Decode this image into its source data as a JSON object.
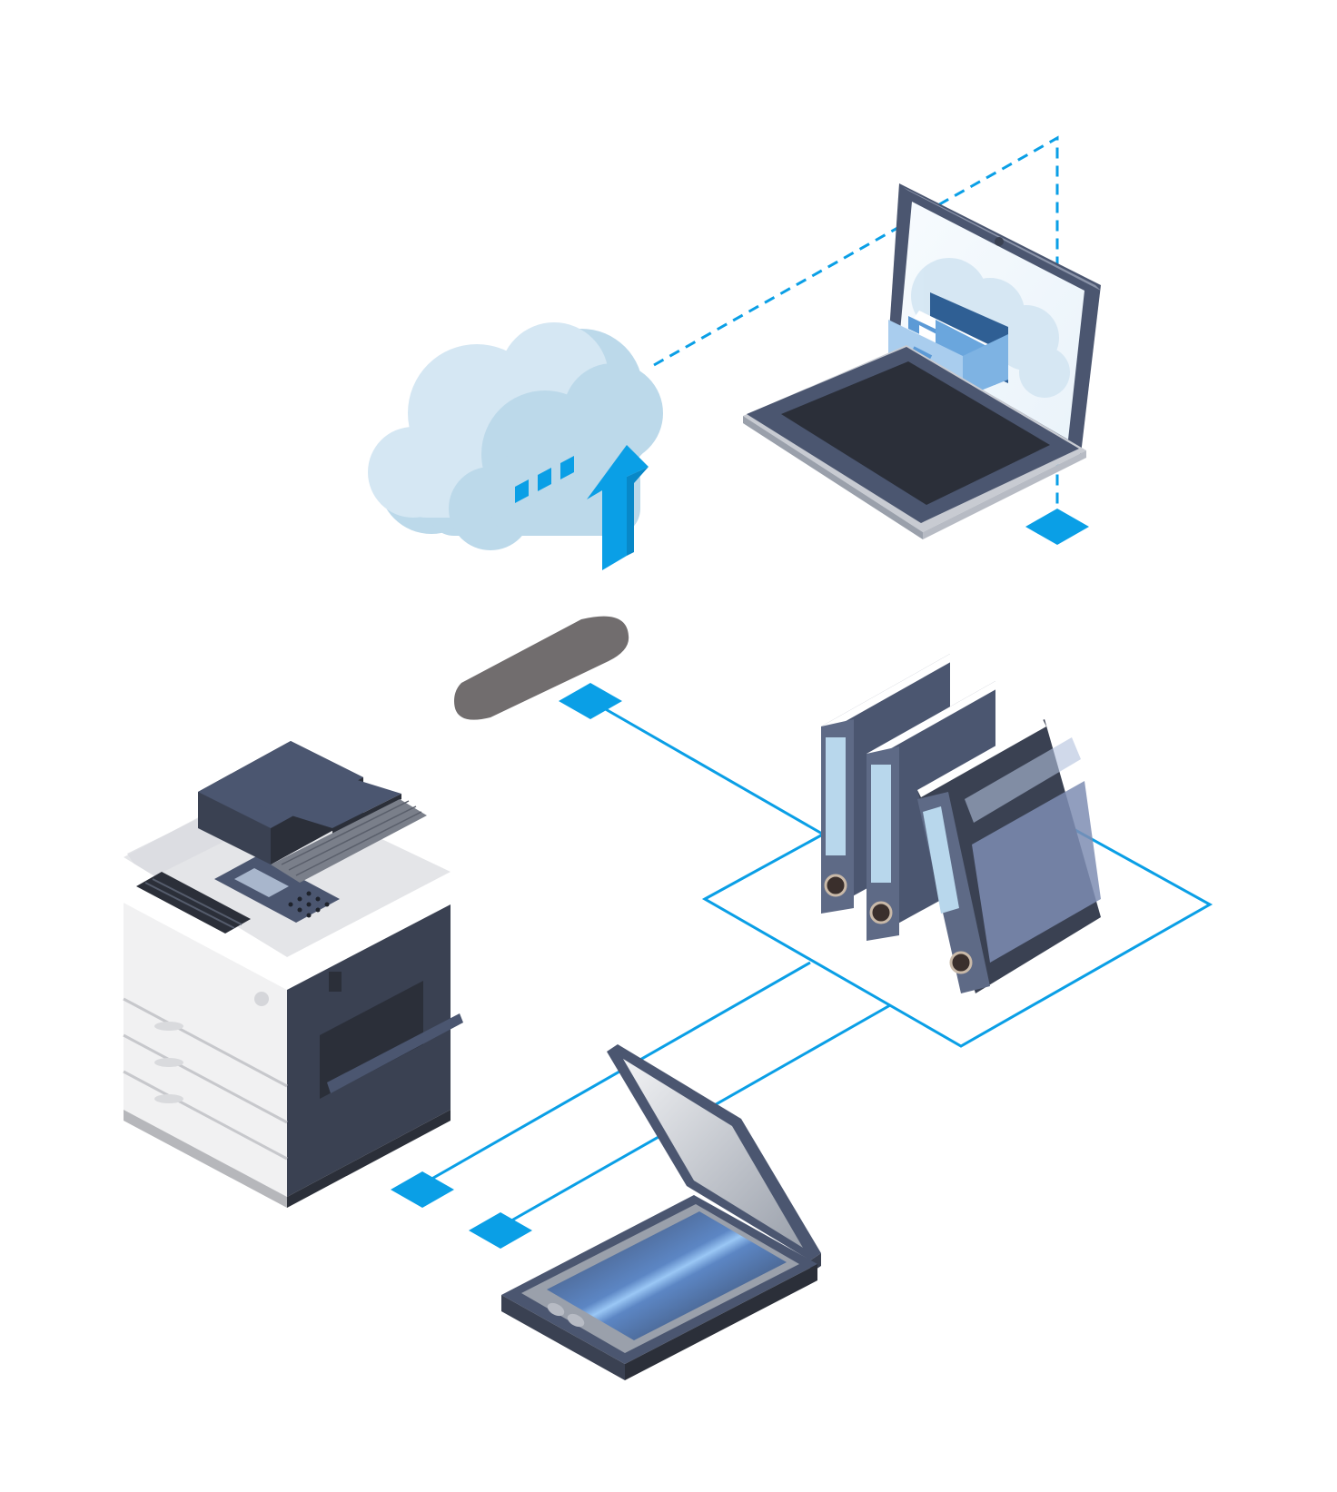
{
  "diagram": {
    "nodes": [
      {
        "id": "cloud",
        "icon": "cloud-icon",
        "label": ""
      },
      {
        "id": "laptop",
        "icon": "laptop-icon",
        "label": ""
      },
      {
        "id": "card-reader",
        "icon": "card-reader-icon",
        "label": ""
      },
      {
        "id": "binders",
        "icon": "binders-icon",
        "label": ""
      },
      {
        "id": "printer",
        "icon": "multifunction-printer-icon",
        "label": ""
      },
      {
        "id": "scanner",
        "icon": "flatbed-scanner-icon",
        "label": ""
      }
    ],
    "connections": [
      {
        "from": "cloud",
        "to": "laptop",
        "style": "dashed"
      },
      {
        "from": "card-reader",
        "to": "binders",
        "style": "solid"
      },
      {
        "from": "printer",
        "to": "binders",
        "style": "solid"
      },
      {
        "from": "scanner",
        "to": "binders",
        "style": "solid"
      }
    ],
    "upload_arrow": {
      "direction": "up",
      "target": "cloud"
    }
  },
  "colors": {
    "accent": "#0a9fe6",
    "device_dark": "#3a4152",
    "device_mid": "#4b5670",
    "cloud_light": "#d5e7f3",
    "cloud_mid": "#bcd9ea",
    "screen_dark": "#2b2f39",
    "reader_gray": "#716d6e"
  }
}
